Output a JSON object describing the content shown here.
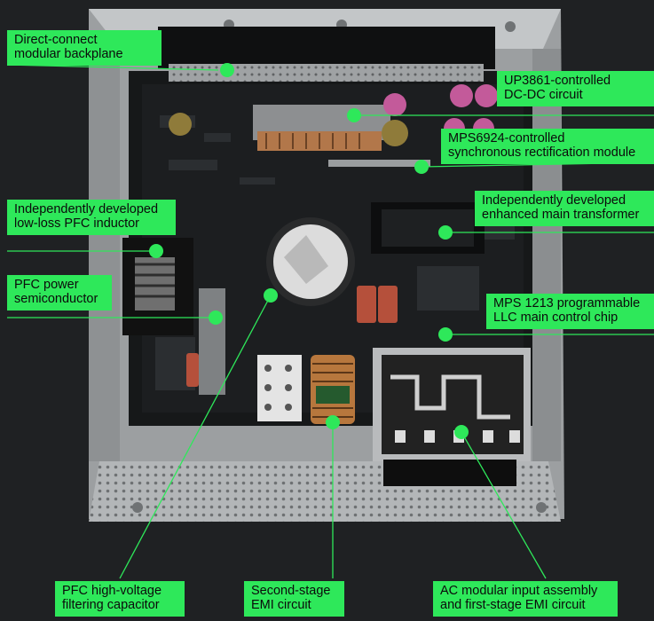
{
  "callouts": {
    "backplane": "Direct-connect\nmodular backplane",
    "up3861": "UP3861-controlled\nDC-DC circuit",
    "mps6924": "MPS6924-controlled\nsynchronous rectification module",
    "pfc_inductor": "Independently developed\nlow-loss PFC inductor",
    "transformer": "Independently developed\nenhanced main transformer",
    "pfc_semi": "PFC power\nsemiconductor",
    "mps1213": "MPS 1213 programmable\nLLC main control chip",
    "pfc_cap": "PFC high-voltage\nfiltering capacitor",
    "emi2": "Second-stage\nEMI circuit",
    "ac_input": "AC modular input assembly\nand first-stage EMI circuit"
  },
  "colors": {
    "accent": "#2ee85a",
    "background": "#1f2123",
    "board": "#161819",
    "chassis": "#a9acae"
  }
}
